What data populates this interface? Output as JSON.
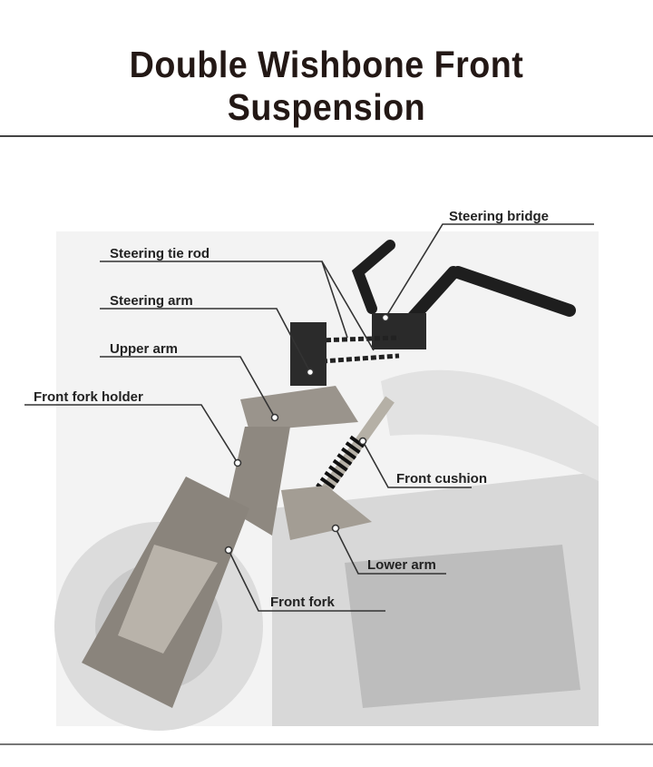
{
  "title": "Double Wishbone Front Suspension",
  "labels": {
    "steering_bridge": "Steering bridge",
    "steering_tie_rod": "Steering tie rod",
    "steering_arm": "Steering arm",
    "upper_arm": "Upper arm",
    "front_fork_holder": "Front fork holder",
    "front_cushion": "Front cushion",
    "lower_arm": "Lower arm",
    "front_fork": "Front fork"
  }
}
